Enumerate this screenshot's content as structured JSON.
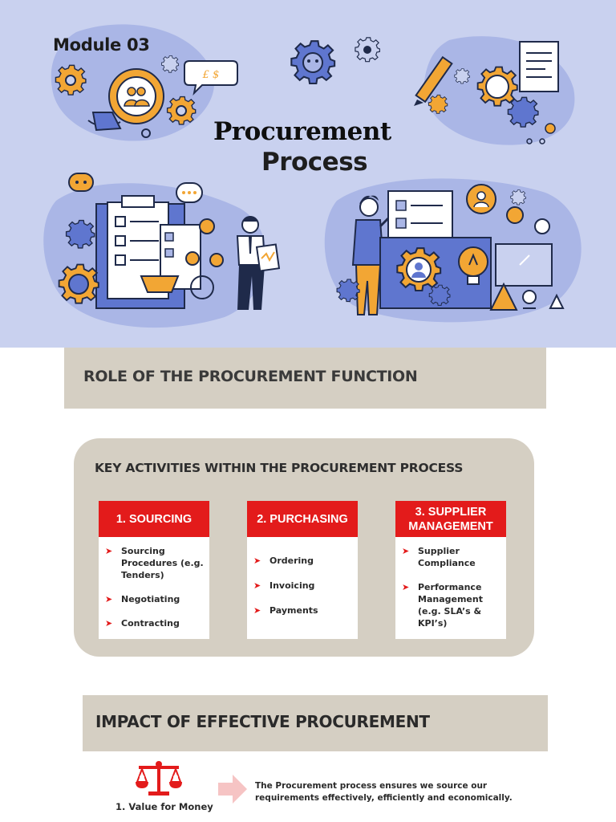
{
  "hero": {
    "module": "Module 03",
    "title_line1": "Procurement",
    "title_line2": "Process",
    "bubble_text": "£ $",
    "colors": {
      "background": "#c9d1ef",
      "blob": "#aab6e6",
      "gear_orange": "#f2a634",
      "gear_blue": "#5f76cf",
      "outline": "#1f2a4a"
    }
  },
  "role_section": {
    "heading": "ROLE OF THE PROCUREMENT FUNCTION"
  },
  "key_activities": {
    "heading": "KEY ACTIVITIES WITHIN THE PROCUREMENT PROCESS",
    "cards": [
      {
        "title": "1. SOURCING",
        "items": [
          "Sourcing Procedures (e.g. Tenders)",
          "Negotiating",
          "Contracting"
        ]
      },
      {
        "title": "2. PURCHASING",
        "items": [
          "Ordering",
          "Invoicing",
          "Payments"
        ]
      },
      {
        "title": "3. SUPPLIER MANAGEMENT",
        "items": [
          "Supplier Compliance",
          "Performance Management (e.g. SLA’s & KPI’s)"
        ]
      }
    ],
    "bullet_glyph": "➤"
  },
  "impact_section": {
    "heading": "IMPACT OF EFFECTIVE PROCUREMENT",
    "items": [
      {
        "label": "1. Value for Money",
        "icon": "scales-icon",
        "description": "The Procurement process ensures we source our requirements effectively, efficiently and economically."
      }
    ]
  },
  "colors": {
    "band": "#d5cfc3",
    "accent_red": "#e31b1b",
    "arrow_pink": "#f6c4c4"
  }
}
